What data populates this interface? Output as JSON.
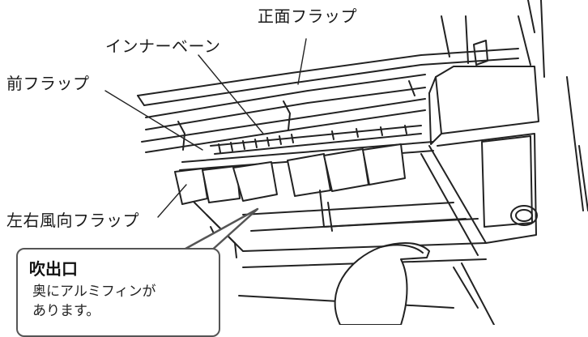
{
  "labels": {
    "front_flap": "正面フラップ",
    "inner_vane": "インナーベーン",
    "fore_flap": "前フラップ",
    "lr_flap": "左右風向フラップ"
  },
  "callout": {
    "title": "吹出口",
    "line1": "奥にアルミフィンが",
    "line2": "あります。"
  },
  "colors": {
    "line": "#222222",
    "callout_border": "#555555"
  }
}
